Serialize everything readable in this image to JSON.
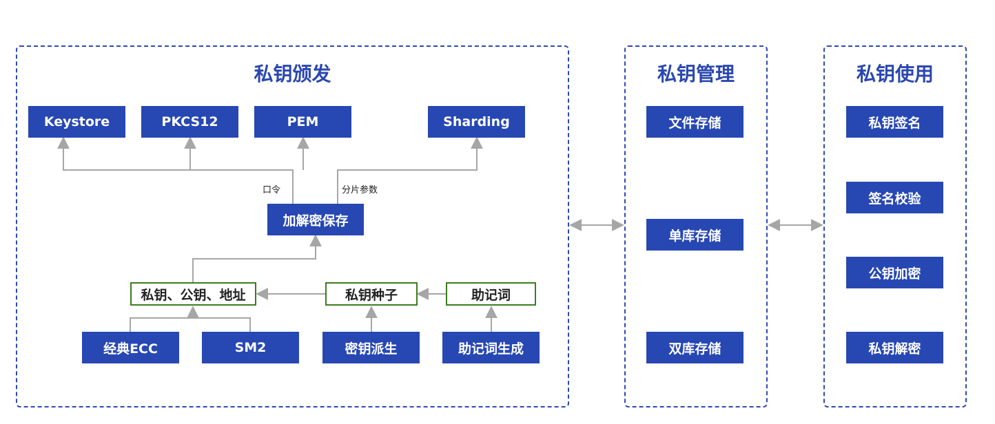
{
  "issuance": {
    "title": "私钥颁发",
    "formats": [
      "Keystore",
      "PKCS12",
      "PEM",
      "Sharding"
    ],
    "label_password": "口令",
    "label_shard_params": "分片参数",
    "encrypt_save": "加解密保存",
    "keypair": "私钥、公钥、地址",
    "seed": "私钥种子",
    "mnemonic": "助记词",
    "sources": [
      "经典ECC",
      "SM2",
      "密钥派生",
      "助记词生成"
    ]
  },
  "management": {
    "title": "私钥管理",
    "items": [
      "文件存储",
      "单库存储",
      "双库存储"
    ]
  },
  "usage": {
    "title": "私钥使用",
    "items": [
      "私钥签名",
      "签名校验",
      "公钥加密",
      "私钥解密"
    ]
  },
  "colors": {
    "primary_blue": "#2747b3",
    "title_blue": "#2a47b0",
    "green_border": "#3a7d1e",
    "connector_gray": "#a6a6a6"
  }
}
